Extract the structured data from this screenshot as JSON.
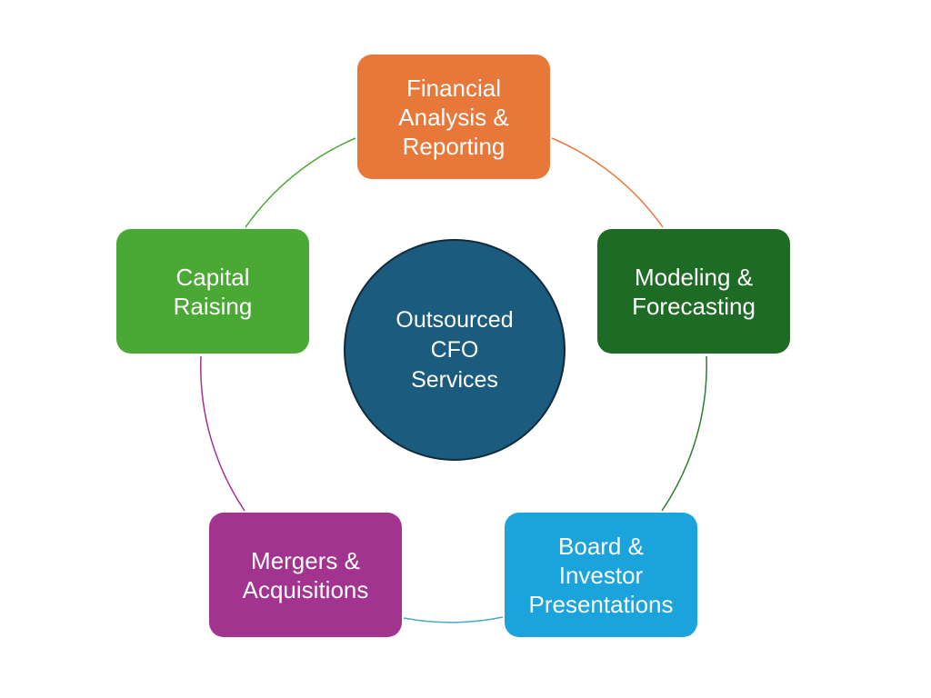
{
  "center": {
    "label": "Outsourced\nCFO\nServices",
    "color": "#1b5b7e"
  },
  "nodes": [
    {
      "id": "financial",
      "label": "Financial\nAnalysis &\nReporting",
      "color": "#e8773a",
      "connector_color": "#e8773a"
    },
    {
      "id": "modeling",
      "label": "Modeling &\nForecasting",
      "color": "#1e6b26",
      "connector_color": "#2e7d32"
    },
    {
      "id": "board",
      "label": "Board &\nInvestor\nPresentations",
      "color": "#1ba3dc",
      "connector_color": "#4aa8c8"
    },
    {
      "id": "mergers",
      "label": "Mergers &\nAcquisitions",
      "color": "#a2338f",
      "connector_color": "#a2338f"
    },
    {
      "id": "capital",
      "label": "Capital\nRaising",
      "color": "#4aa834",
      "connector_color": "#4aa834"
    }
  ]
}
